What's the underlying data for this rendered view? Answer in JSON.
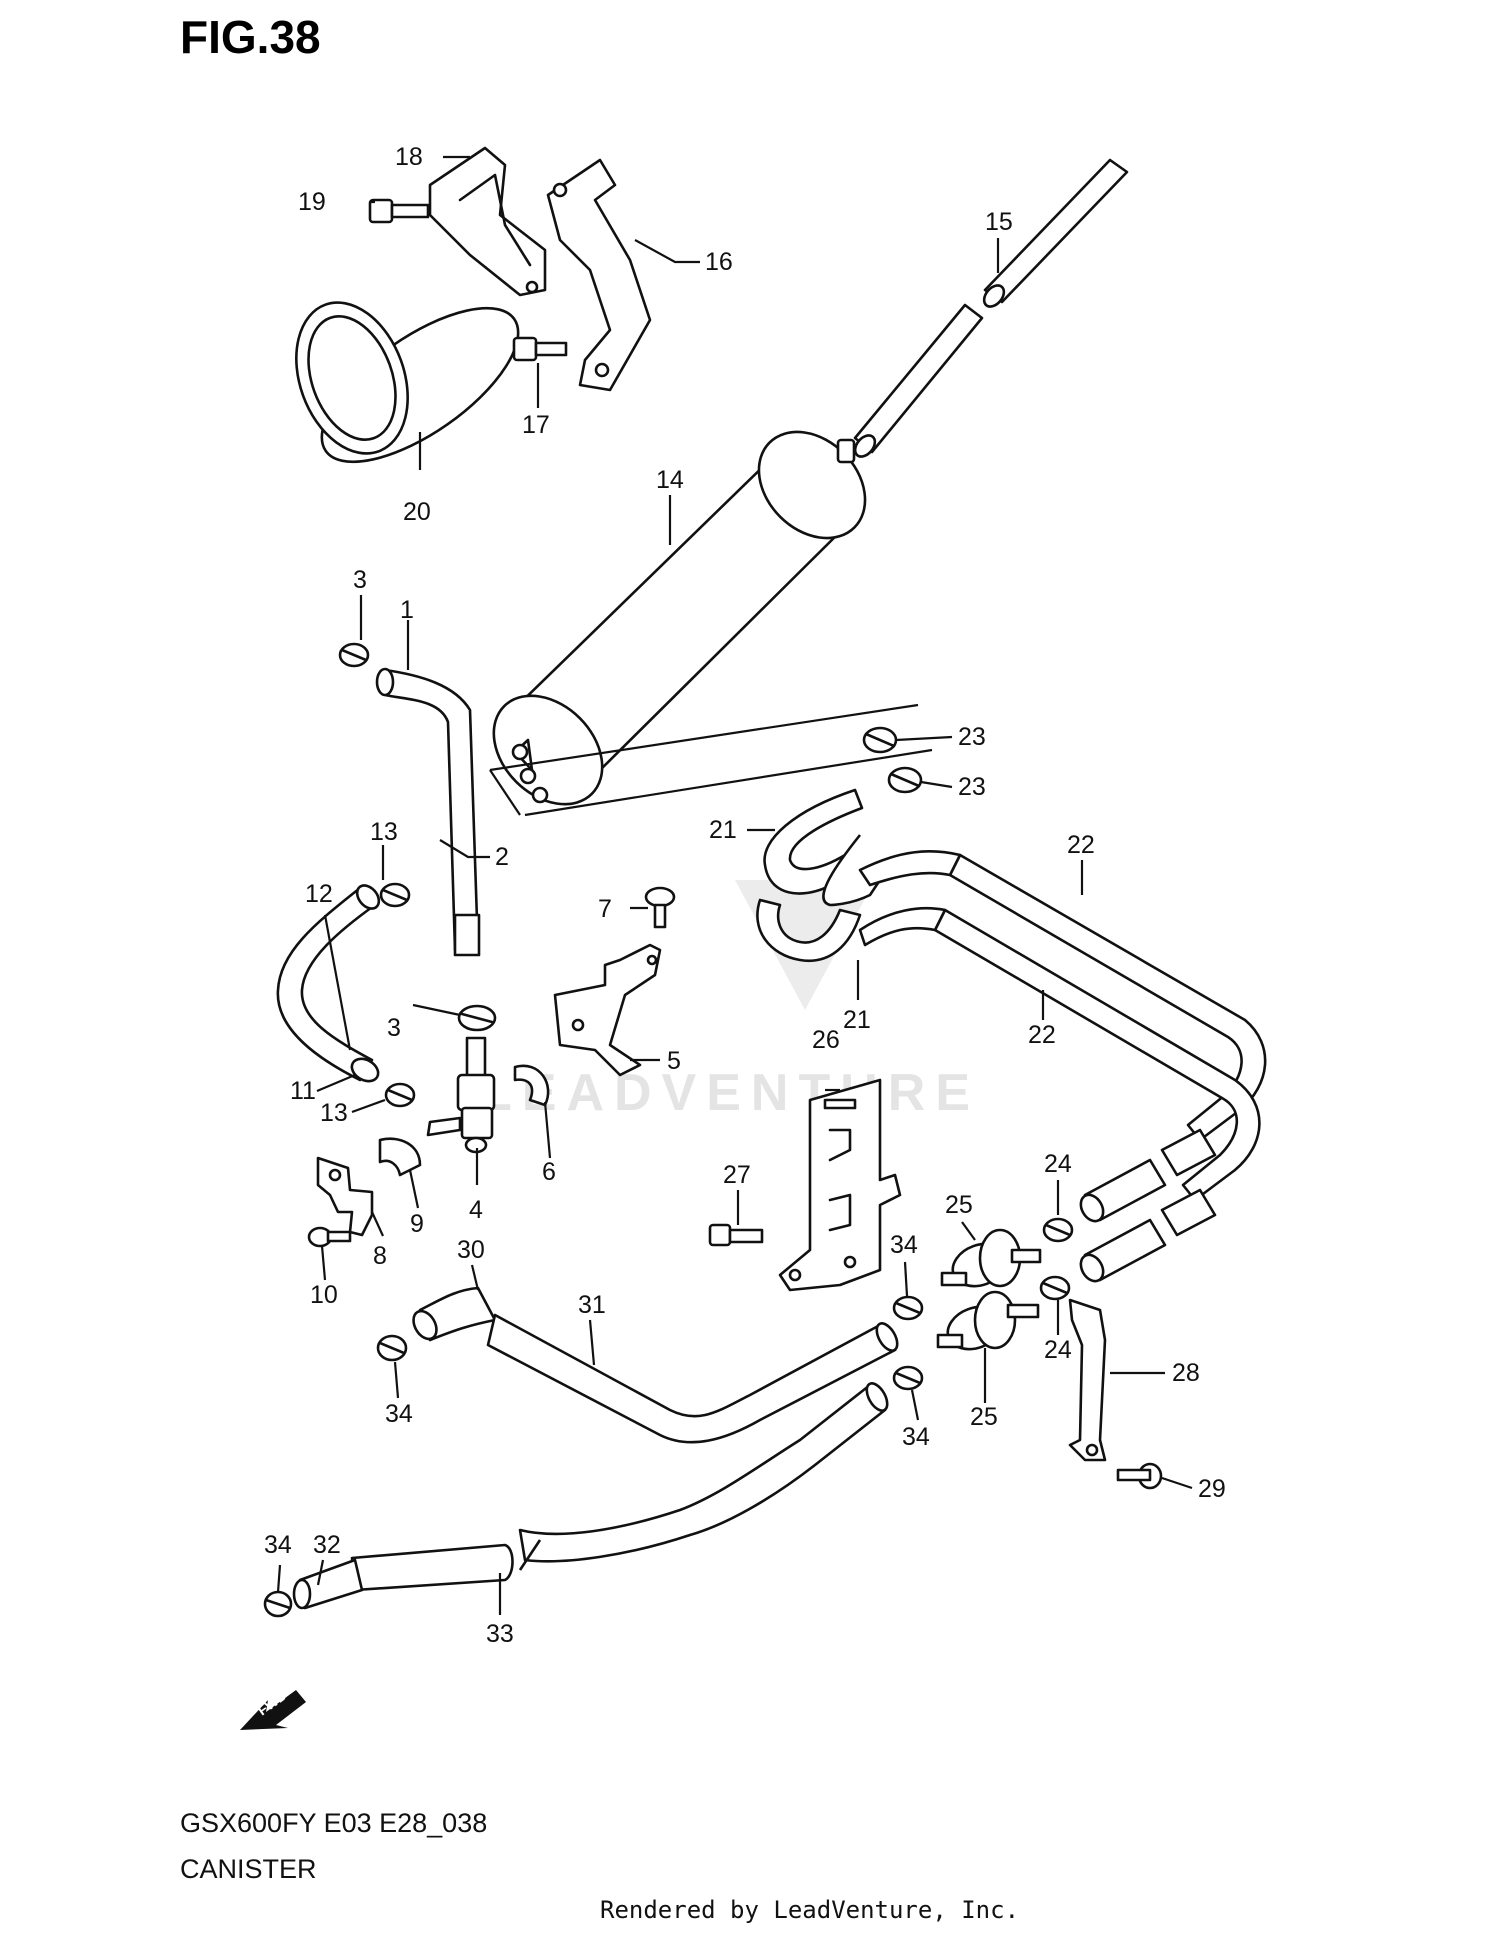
{
  "figure": {
    "title": "FIG.38",
    "model_code": "GSX600FY E03 E28_038",
    "section_name": "CANISTER",
    "credit": "Rendered by LeadVenture, Inc.",
    "watermark": "LEADVENTURE",
    "fwd_label": "FWD"
  },
  "callouts": [
    {
      "id": "c1",
      "label": "1"
    },
    {
      "id": "c2",
      "label": "2"
    },
    {
      "id": "c3a",
      "label": "3"
    },
    {
      "id": "c3b",
      "label": "3"
    },
    {
      "id": "c4",
      "label": "4"
    },
    {
      "id": "c5",
      "label": "5"
    },
    {
      "id": "c6",
      "label": "6"
    },
    {
      "id": "c7",
      "label": "7"
    },
    {
      "id": "c8",
      "label": "8"
    },
    {
      "id": "c9",
      "label": "9"
    },
    {
      "id": "c10",
      "label": "10"
    },
    {
      "id": "c11",
      "label": "11"
    },
    {
      "id": "c12",
      "label": "12"
    },
    {
      "id": "c13a",
      "label": "13"
    },
    {
      "id": "c13b",
      "label": "13"
    },
    {
      "id": "c14",
      "label": "14"
    },
    {
      "id": "c15",
      "label": "15"
    },
    {
      "id": "c16",
      "label": "16"
    },
    {
      "id": "c17",
      "label": "17"
    },
    {
      "id": "c18",
      "label": "18"
    },
    {
      "id": "c19",
      "label": "19"
    },
    {
      "id": "c20",
      "label": "20"
    },
    {
      "id": "c21a",
      "label": "21"
    },
    {
      "id": "c21b",
      "label": "21"
    },
    {
      "id": "c22a",
      "label": "22"
    },
    {
      "id": "c22b",
      "label": "22"
    },
    {
      "id": "c23a",
      "label": "23"
    },
    {
      "id": "c23b",
      "label": "23"
    },
    {
      "id": "c24a",
      "label": "24"
    },
    {
      "id": "c24b",
      "label": "24"
    },
    {
      "id": "c25a",
      "label": "25"
    },
    {
      "id": "c25b",
      "label": "25"
    },
    {
      "id": "c26",
      "label": "26"
    },
    {
      "id": "c27",
      "label": "27"
    },
    {
      "id": "c28",
      "label": "28"
    },
    {
      "id": "c29",
      "label": "29"
    },
    {
      "id": "c30",
      "label": "30"
    },
    {
      "id": "c31",
      "label": "31"
    },
    {
      "id": "c32",
      "label": "32"
    },
    {
      "id": "c33",
      "label": "33"
    },
    {
      "id": "c34a",
      "label": "34"
    },
    {
      "id": "c34b",
      "label": "34"
    },
    {
      "id": "c34c",
      "label": "34"
    },
    {
      "id": "c34d",
      "label": "34"
    }
  ]
}
